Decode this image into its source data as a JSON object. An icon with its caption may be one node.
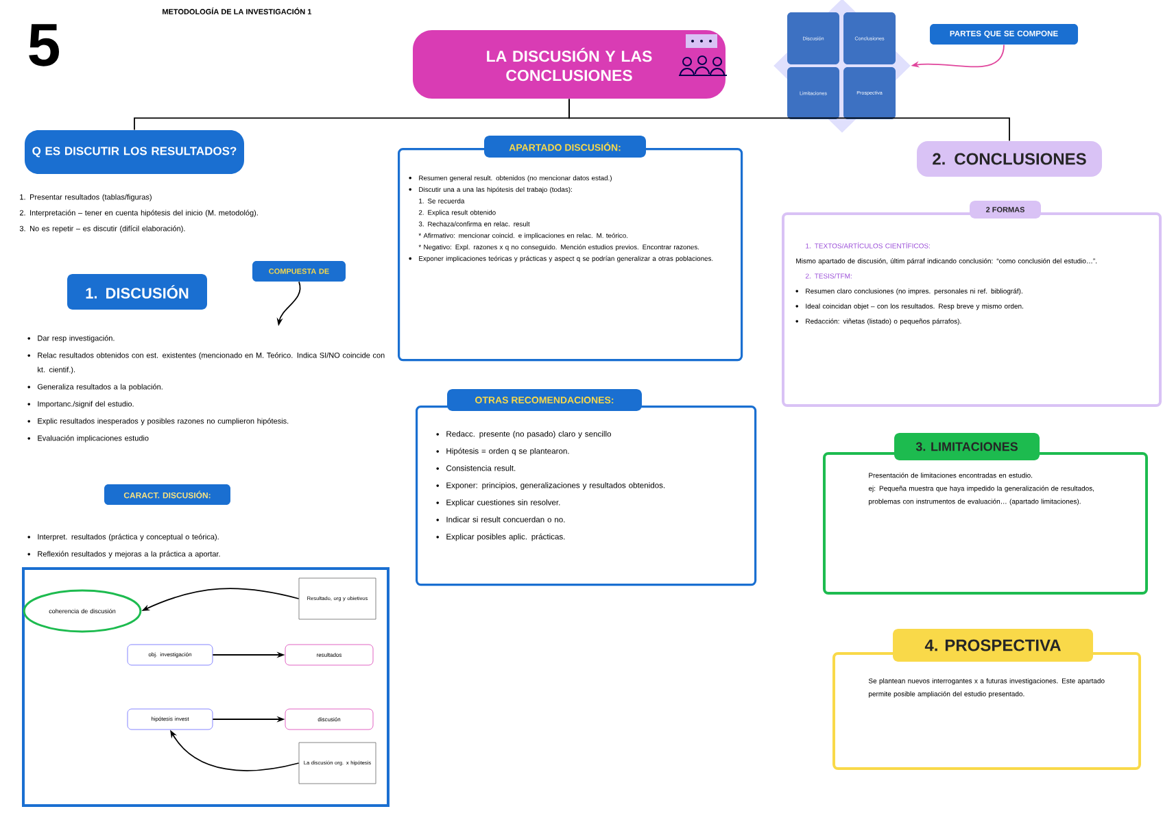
{
  "diagram": {
    "title": "LA DISCUSIÓN Y LAS CONCLUSIONES",
    "nodes": [
      {
        "text": [],
        "shape": "box"
      },
      {
        "text": [],
        "shape": "diamond"
      },
      {
        "text": [
          "Discusión"
        ],
        "in": 1
      },
      {
        "text": [
          "Conclusiones"
        ],
        "in": 1
      },
      {
        "text": [
          "Limitaciones"
        ],
        "in": 1
      },
      {
        "text": [
          "Prospectiva"
        ],
        "in": 1
      },
      {
        "text": [
          "PARTES QUE SE COMPONE"
        ]
      },
      {
        "text": [
          "Q ES DISCUTIR LOS RESULTADOS?"
        ]
      },
      {
        "text": [
          "1. DISCUSIÓN"
        ]
      },
      {
        "text": [
          "COMPUESTA DE"
        ]
      },
      {
        "text": [
          "CARACT. DISCUSIÓN:"
        ]
      },
      {
        "text": [],
        "shape": "box"
      },
      {
        "text": [
          "coherencia de discusión"
        ],
        "in": 11
      },
      {
        "text": [
          "Resultado, org y obietivos"
        ],
        "in": 11
      },
      {
        "text": [
          "obj. investigación"
        ],
        "in": 11
      },
      {
        "text": [
          "resultados"
        ],
        "in": 11
      },
      {
        "text": [
          "hipótesis invest"
        ],
        "in": 11
      },
      {
        "text": [
          "discusión"
        ],
        "in": 11
      },
      {
        "text": [
          "La discusión org. x hipótesis"
        ],
        "in": 11
      },
      {
        "text": [
          "APARTADO DISCUSIÓN:",
          "Resumen general result. obtenidos (no mencionar datos estad.)",
          "Discutir una a una las hipótesis del trabajo (todas):",
          "1. Se recuerda",
          "2. Explica result obtenido",
          "3. Rechaza/confirma en relac. result",
          "* Afirmativo: mencionar coincid. e implicaciones en relac. M. teórico.",
          "* Negativo: Expl. razones x q no conseguido. Mención estudios previos. Encontrar razones.",
          "Exponer implicaciones teóricas y prácticas y aspect q se podrían generalizar a otras poblaciones."
        ]
      },
      {
        "text": [
          "OTRAS RECOMENDACIONES:",
          "Redacc. presente (no pasado) claro y sencillo",
          "Hipótesis = orden q se plantearon.",
          "Consistencia result.",
          "Exponer: principios, generalizaciones y resultados obtenidos.",
          "Explicar cuestiones sin resolver.",
          "Indicar si result concuerdan o no.",
          "Explicar posibles aplic. prácticas."
        ]
      },
      {
        "text": [
          "2. CONCLUSIONES"
        ]
      },
      {
        "text": [
          "2 FORMAS",
          "1. TEXTOS/ARTÍCULOS CIENTÍFICOS:",
          "Mismo apartado de discusión, últim párraf indicando conclusión: “como conclusión del estudio…”.",
          "2. TESIS/TFM:",
          "Resumen claro conclusiones (no impres. personales ni ref. bibliográf).",
          "Ideal coincidan objet – con los resultados. Resp breve y mismo orden.",
          "Redacción: viñetas (listado) o pequeños párrafos)."
        ]
      },
      {
        "text": [
          "3. LIMITACIONES",
          "Presentación de limitaciones encontradas en estudio.",
          "ej: Pequeña muestra que haya impedido la generalización de resultados, problemas con instrumentos de evaluación… (apartado limitaciones)."
        ]
      },
      {
        "text": [
          "4. PROSPECTIVA",
          "Se plantean nuevos interrogantes x a futuras investigaciones. Este apartado permite posible ampliación del estudio presentado."
        ]
      }
    ],
    "edges": [
      {
        "from": 0,
        "to": 7,
        "arrow": "none"
      },
      {
        "from": 0,
        "to": 21,
        "arrow": "none"
      },
      {
        "from": 6,
        "to": 1,
        "arrow": "to",
        "color": "#e0459c"
      },
      {
        "from": 9,
        "to": null,
        "arrow": "to"
      },
      {
        "from": 13,
        "to": 12,
        "arrow": "to"
      },
      {
        "from": 14,
        "to": 15,
        "arrow": "to"
      },
      {
        "from": 16,
        "to": 17,
        "arrow": "to"
      },
      {
        "from": 18,
        "to": 16,
        "arrow": "to"
      }
    ],
    "labels": [
      "5",
      "METODOLOGÍA DE LA INVESTIGACIÓN 1",
      "1. Presentar resultados (tablas/figuras)",
      "2. Interpretación – tener en cuenta hipótesis del inicio (M. metodológ).",
      "3. No es repetir – es discutir (difícil elaboración).",
      "Dar resp investigación.",
      "Relac resultados obtenidos con est. existentes (mencionado en M. Teórico. Indica SI/NO coincide con kt. cientif.).",
      "Generaliza resultados a la población.",
      "Importanc./signif del estudio.",
      "Explic resultados inesperados y posibles razones no cumplieron hipótesis.",
      "Evaluación implicaciones estudio",
      "Interpret. resultados (práctica y conceptual o teórica).",
      "Reflexión resultados y mejoras a la práctica a aportar."
    ]
  }
}
